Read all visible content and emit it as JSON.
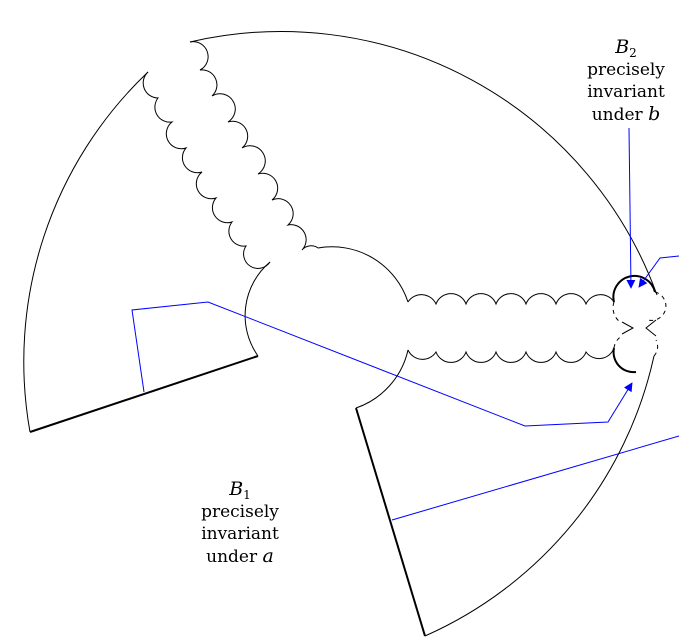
{
  "labels": {
    "b2": {
      "symbol": "B",
      "subscript": "2",
      "line1": "precisely",
      "line2": "invariant",
      "line3_prefix": "under",
      "line3_var": "b"
    },
    "b1": {
      "symbol": "B",
      "subscript": "1",
      "line1": "precisely",
      "line2": "invariant",
      "line3_prefix": "under",
      "line3_var": "a"
    }
  },
  "colors": {
    "outline": "#000000",
    "path": "#0000ff"
  }
}
